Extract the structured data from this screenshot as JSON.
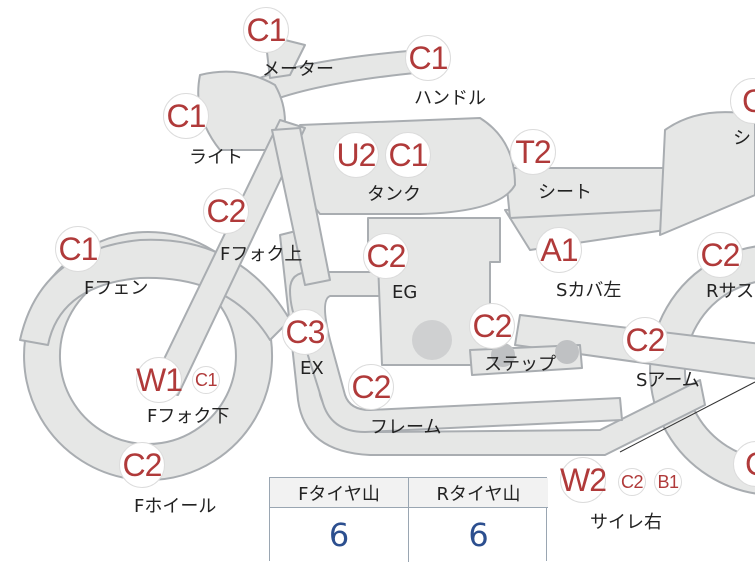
{
  "parts": [
    {
      "id": "meter",
      "label": "メーター",
      "grades": [
        "C1"
      ]
    },
    {
      "id": "handle",
      "label": "ハンドル",
      "grades": [
        "C1"
      ]
    },
    {
      "id": "light",
      "label": "ライト",
      "grades": [
        "C1"
      ]
    },
    {
      "id": "tank",
      "label": "タンク",
      "grades": [
        "U2",
        "C1"
      ]
    },
    {
      "id": "seat",
      "label": "シート",
      "grades": [
        "T2"
      ]
    },
    {
      "id": "right-edge-top",
      "label": "シ",
      "grades": [
        "C"
      ]
    },
    {
      "id": "front-fork-upper",
      "label": "Fフォク上",
      "grades": [
        "C2"
      ]
    },
    {
      "id": "front-fender",
      "label": "Fフェン",
      "grades": [
        "C1"
      ]
    },
    {
      "id": "engine",
      "label": "EG",
      "grades": [
        "C2"
      ]
    },
    {
      "id": "side-cover-left",
      "label": "Sカバ左",
      "grades": [
        "A1"
      ]
    },
    {
      "id": "rear-suspension",
      "label": "Rサス",
      "grades": [
        "C2"
      ]
    },
    {
      "id": "exhaust",
      "label": "EX",
      "grades": [
        "C3"
      ]
    },
    {
      "id": "step",
      "label": "ステップ",
      "grades": [
        "C2"
      ]
    },
    {
      "id": "swing-arm",
      "label": "Sアーム",
      "grades": [
        "C2"
      ]
    },
    {
      "id": "front-fork-lower",
      "label": "Fフォク下",
      "grades": [
        "W1",
        "C1"
      ]
    },
    {
      "id": "frame",
      "label": "フレーム",
      "grades": [
        "C2"
      ]
    },
    {
      "id": "front-wheel",
      "label": "Fホイール",
      "grades": [
        "C2"
      ]
    },
    {
      "id": "silencer-right",
      "label": "サイレ右",
      "grades": [
        "W2",
        "C2",
        "B1"
      ]
    },
    {
      "id": "right-edge-bottom",
      "label": "",
      "grades": [
        "C"
      ]
    }
  ],
  "tire_table": {
    "front_header": "Fタイヤ山",
    "rear_header": "Rタイヤ山",
    "front_value": "6",
    "rear_value": "6"
  },
  "colors": {
    "bike_fill": "#e6e7e6",
    "bike_stroke": "#a9adb1",
    "grade_text": "#b03a3a",
    "tire_value": "#2c4f8f"
  }
}
